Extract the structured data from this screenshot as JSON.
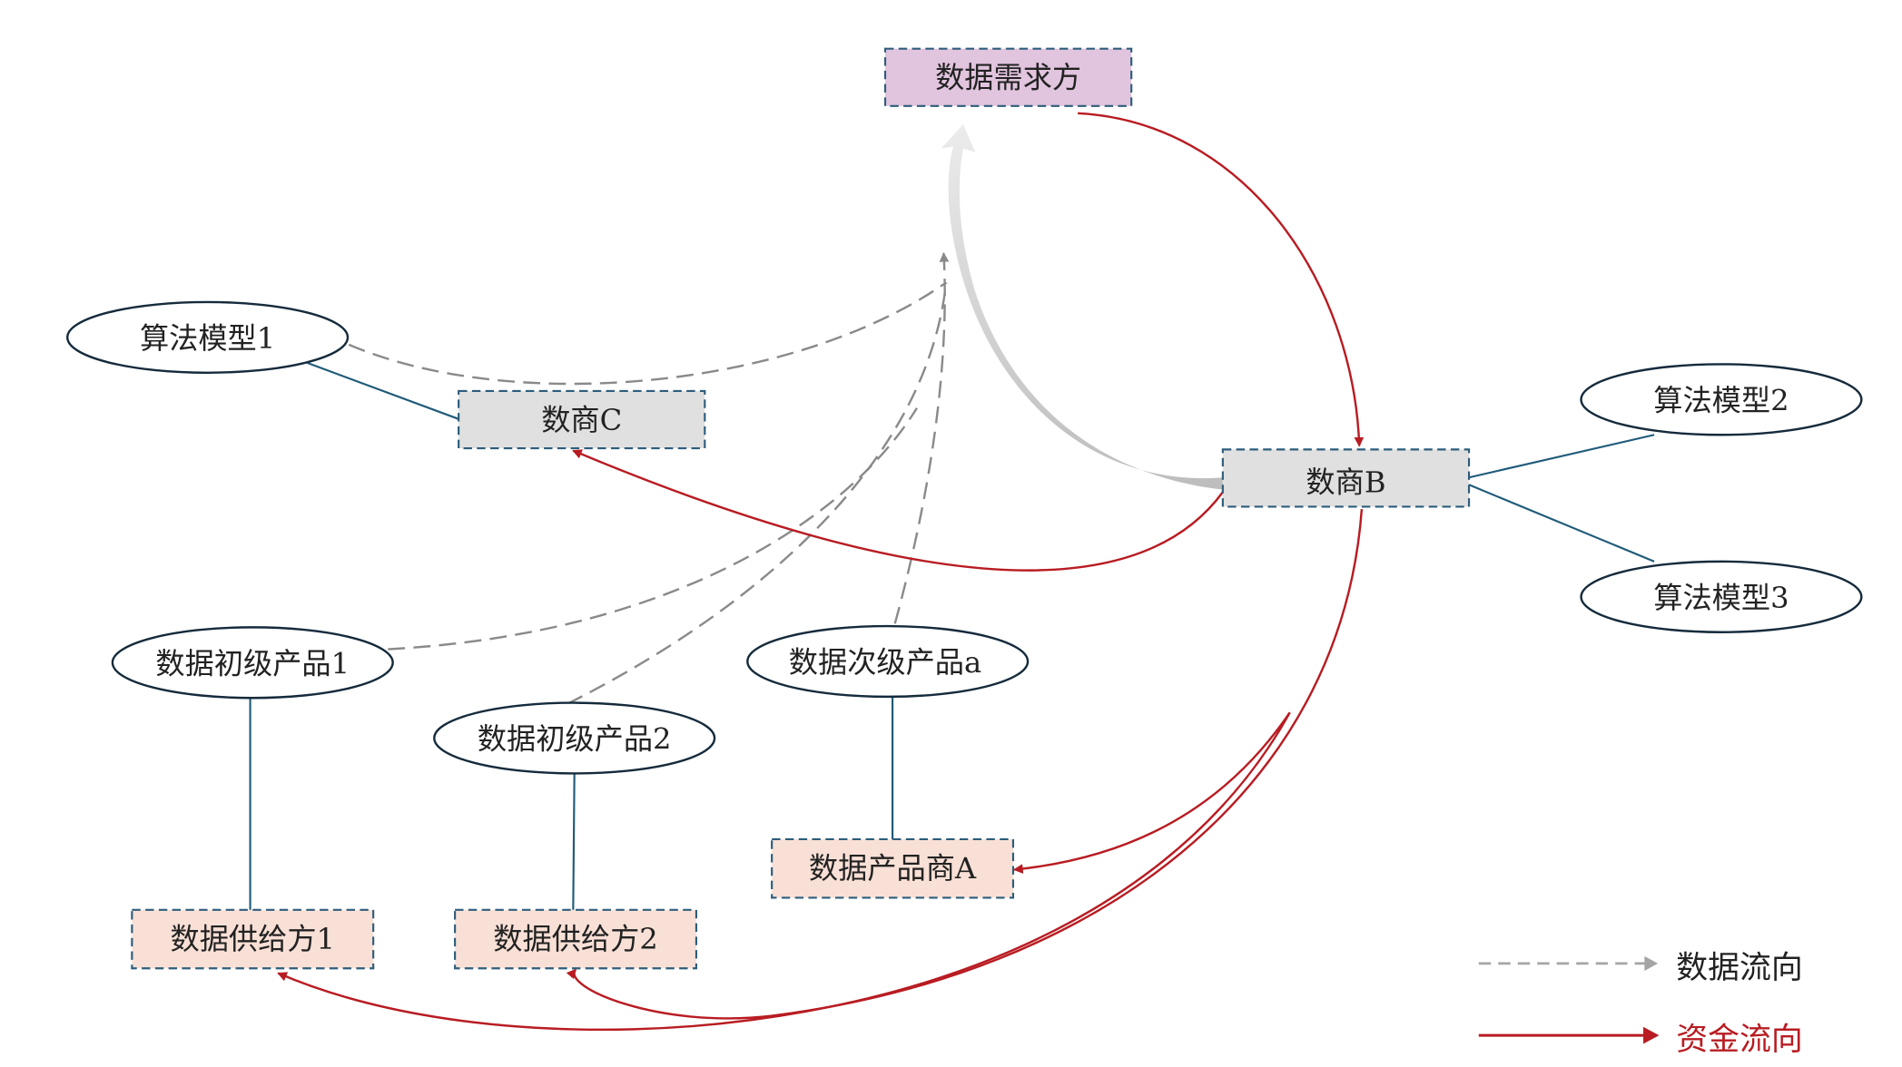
{
  "nodes": {
    "demand": "数据需求方",
    "merchant_c": "数商C",
    "merchant_b": "数商B",
    "product_merchant_a": "数据产品商A",
    "supplier_1": "数据供给方1",
    "supplier_2": "数据供给方2",
    "algo_1": "算法模型1",
    "algo_2": "算法模型2",
    "algo_3": "算法模型3",
    "primary_1": "数据初级产品1",
    "primary_2": "数据初级产品2",
    "secondary_a": "数据次级产品a"
  },
  "legend": {
    "data_flow": "数据流向",
    "money_flow": "资金流向"
  },
  "colors": {
    "demand_fill": "#e1c4de",
    "merchant_fill": "#e0e0e0",
    "supplier_fill": "#f9e0d6",
    "money": "#b81c22",
    "data": "#8a8a8a",
    "link": "#1f5b7a"
  }
}
